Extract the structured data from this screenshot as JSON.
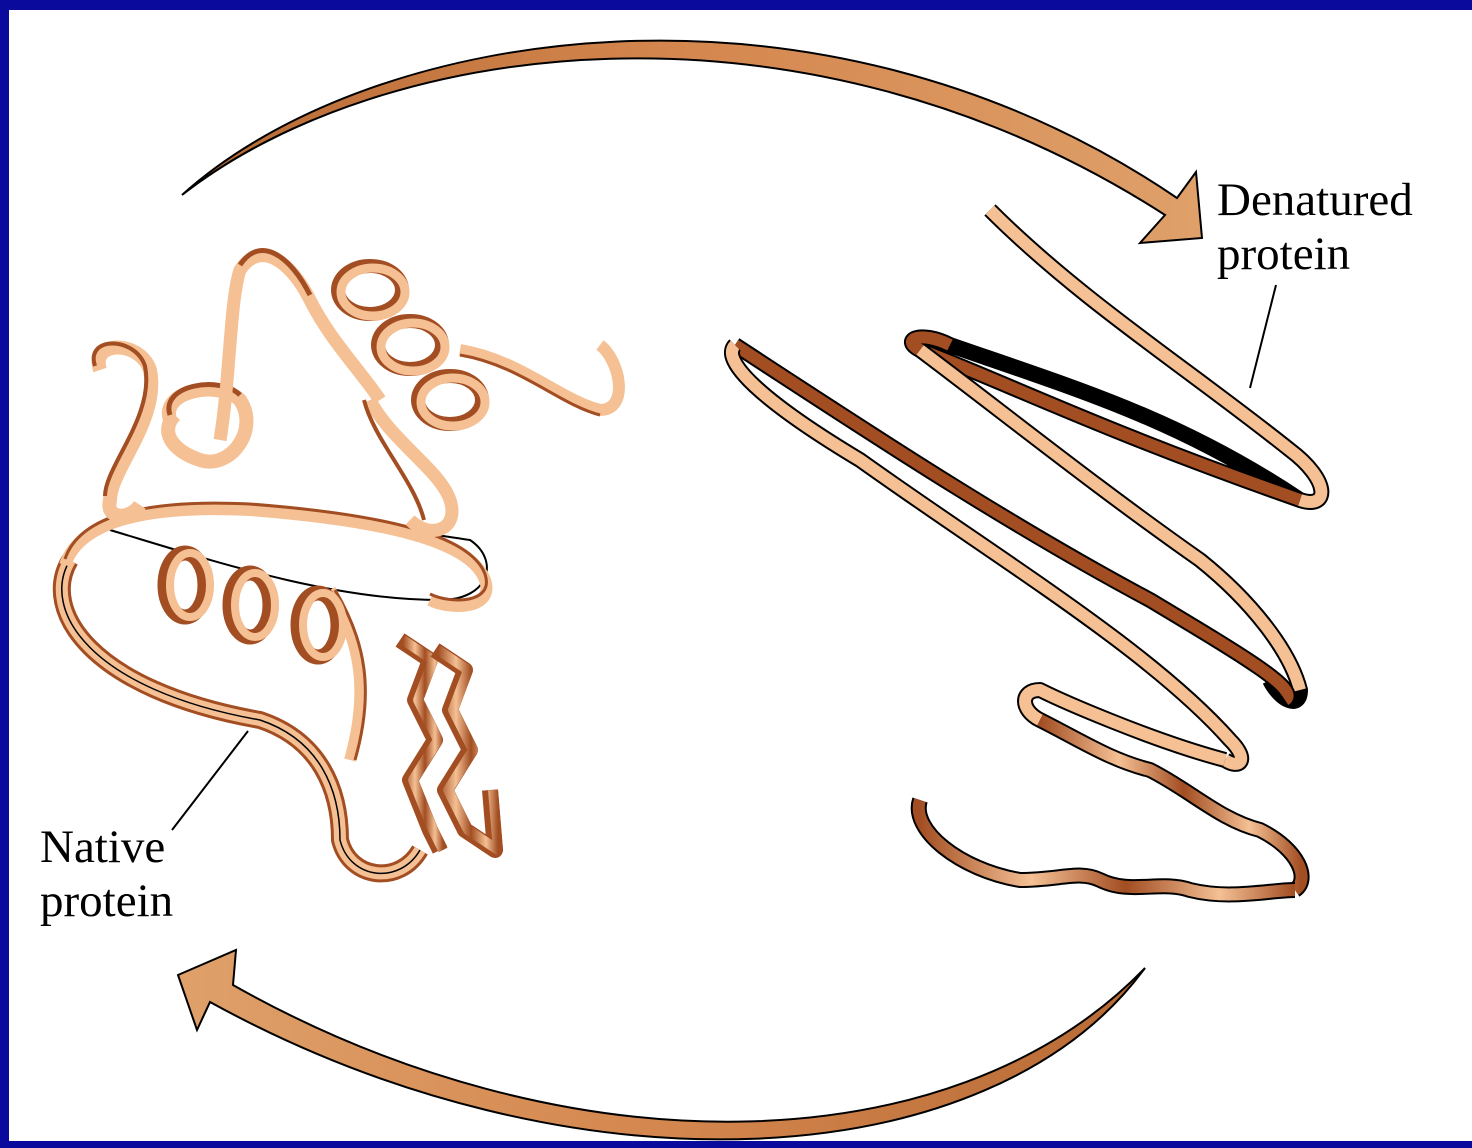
{
  "labels": {
    "native": {
      "line1": "Native",
      "line2": "protein"
    },
    "denatured": {
      "line1": "Denatured",
      "line2": "protein"
    }
  },
  "colors": {
    "frame": "#0a0a9c",
    "arrow": "#d4874e",
    "ribbon_light": "#f4c094",
    "ribbon_dark": "#a24d22",
    "outline": "#000000"
  }
}
